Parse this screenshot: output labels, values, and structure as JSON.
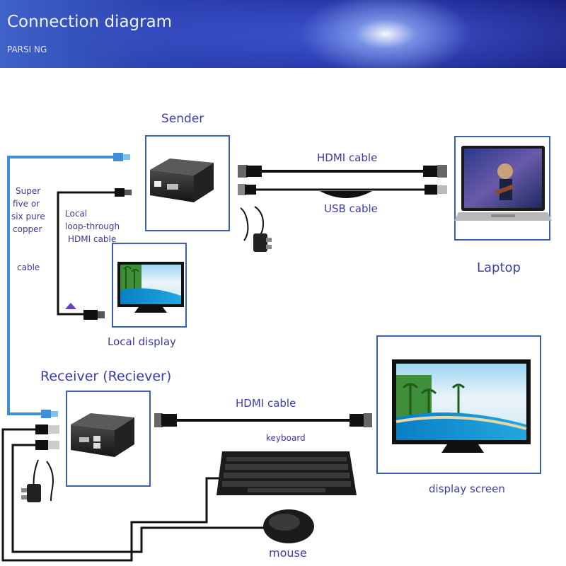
{
  "header": {
    "title": "Connection diagram",
    "subtitle": "PARSI NG"
  },
  "labels": {
    "sender": "Sender",
    "receiver": "Receiver (Reciever)",
    "laptop": "Laptop",
    "local_display": "Local display",
    "display_screen": "display screen",
    "keyboard": "keyboard",
    "mouse": "mouse",
    "hdmi_cable_top": "HDMI cable",
    "usb_cable": "USB cable",
    "hdmi_cable_bottom": "HDMI cable",
    "copper_1": "Super",
    "copper_2": "five or",
    "copper_3": "six pure",
    "copper_4": "copper",
    "copper_5": "cable",
    "loop_1": "Local",
    "loop_2": "loop-through",
    "loop_3": "HDMI cable"
  },
  "colors": {
    "frame": "#3a5fb5",
    "label": "#3c3ca8",
    "copper_cable": "#3f8fd8",
    "cable": "#111111"
  }
}
